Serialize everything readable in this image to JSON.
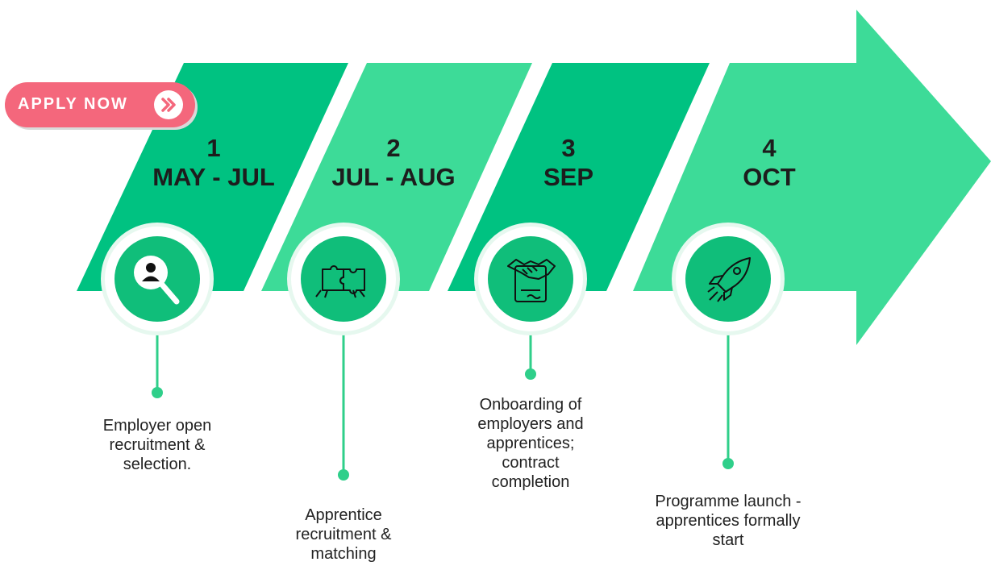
{
  "colors": {
    "band_dark": "#00c281",
    "band_light": "#3ddb98",
    "circle": "#10be7a",
    "apply_bg": "#f4677c"
  },
  "apply_button": {
    "label": "APPLY NOW",
    "icon": "double-chevron-right-icon"
  },
  "stages": [
    {
      "number": "1",
      "range": "MAY - JUL",
      "icon": "user-search-icon",
      "description": [
        "Employer open",
        "recruitment &",
        "selection."
      ]
    },
    {
      "number": "2",
      "range": "JUL - AUG",
      "icon": "puzzle-hands-icon",
      "description": [
        "Apprentice",
        "recruitment &",
        "matching"
      ]
    },
    {
      "number": "3",
      "range": "SEP",
      "icon": "handshake-contract-icon",
      "description": [
        "Onboarding of",
        "employers and",
        "apprentices;",
        "contract",
        "completion"
      ]
    },
    {
      "number": "4",
      "range": "OCT",
      "icon": "rocket-icon",
      "description": [
        "Programme launch -",
        "apprentices formally",
        "start"
      ]
    }
  ]
}
